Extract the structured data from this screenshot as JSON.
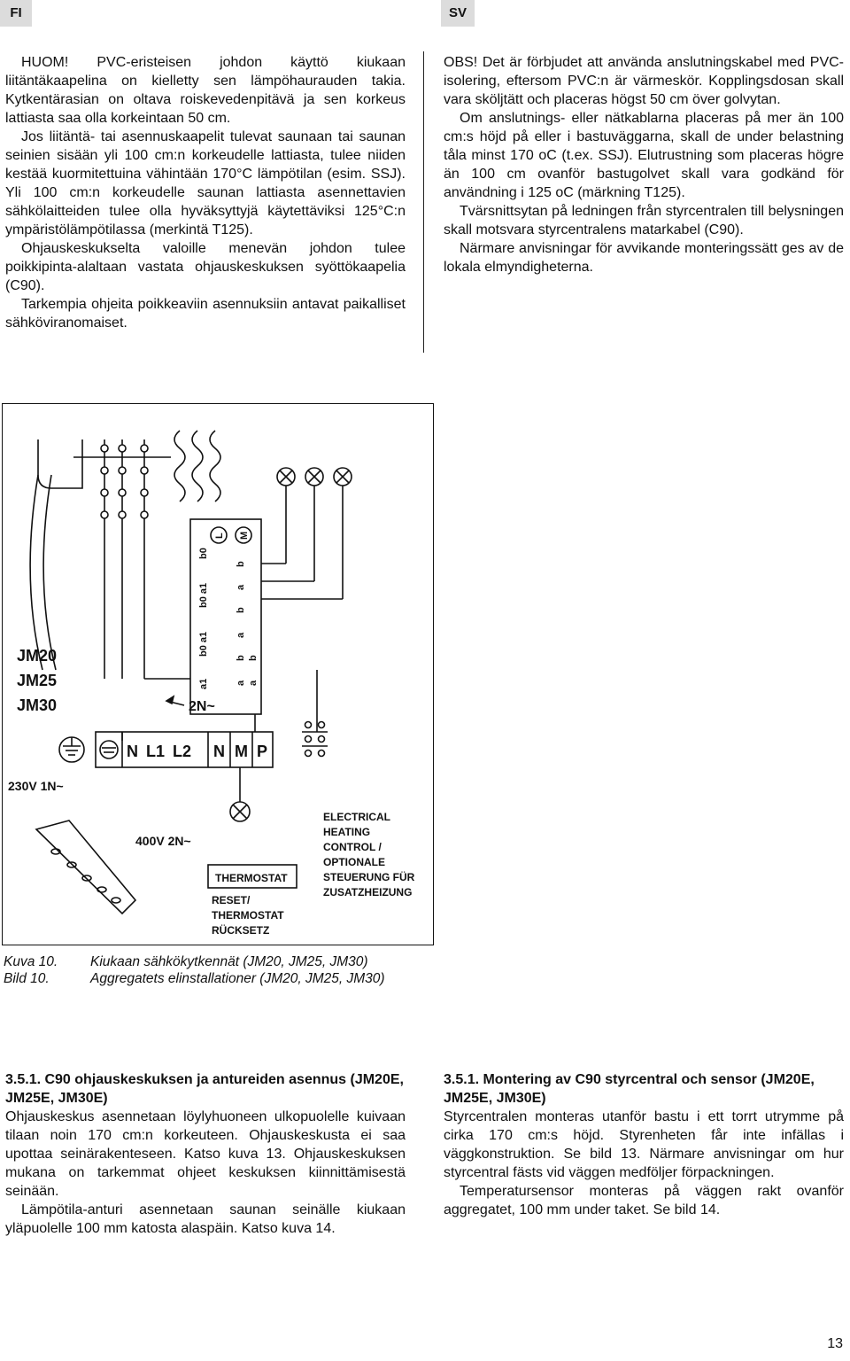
{
  "tabs": {
    "fi": "FI",
    "sv": "SV"
  },
  "fi_top": [
    "HUOM! PVC-eristeisen johdon käyttö kiukaan liitäntäkaapelina on kielletty sen lämpöhaurauden takia. Kytkentärasian on oltava roiskevedenpitävä ja sen korkeus lattiasta saa olla korkeintaan 50 cm.",
    "Jos liitäntä- tai asennuskaapelit tulevat saunaan tai saunan seinien sisään yli 100 cm:n korkeudelle lattiasta, tulee niiden kestää kuormitettuina vähintään 170°C lämpötilan (esim. SSJ). Yli 100 cm:n korkeudelle saunan lattiasta asennettavien sähkölaitteiden tulee olla hyväksyttyjä käytettäviksi 125°C:n ympäristölämpötilassa (merkintä T125).",
    "Ohjauskeskukselta valoille menevän johdon tulee poikkipinta-alaltaan vastata ohjauskeskuksen syöttökaapelia (C90).",
    "Tarkempia ohjeita poikkeaviin asennuksiin antavat paikalliset sähköviranomaiset."
  ],
  "sv_top": [
    "OBS! Det är förbjudet att använda anslutningskabel med PVC-isolering, eftersom PVC:n är värmeskör. Kopplingsdosan skall vara sköljtätt och placeras högst 50 cm över golvytan.",
    "Om anslutnings- eller nätkablarna placeras på mer än 100 cm:s höjd på eller i bastuväggarna, skall de under belastning tåla minst 170 oC (t.ex. SSJ). Elutrustning som placeras högre än 100 cm ovanför bastugolvet skall vara godkänd för användning i 125 oC (märkning T125).",
    "Tvärsnittsytan på ledningen från styrcentralen till belysningen skall motsvara styrcentralens matarkabel (C90).",
    "Närmare anvisningar för avvikande monteringssätt ges av de lokala elmyndigheterna."
  ],
  "diagram": {
    "models": [
      "JM20",
      "JM25",
      "JM30"
    ],
    "supply_230": "230V 1N~",
    "supply_400": "400V 2N~",
    "supply_2n": "2N~",
    "terminals_left": [
      "N",
      "L1",
      "L2"
    ],
    "terminals_right": [
      "N",
      "M",
      "P"
    ],
    "thermostat": "THERMOSTAT",
    "reset_1": "RESET/",
    "reset_2": "THERMOSTAT",
    "reset_3": "RÜCKSETZ",
    "control_lines": [
      "ELECTRICAL",
      "HEATING",
      "CONTROL /",
      "OPTIONALE",
      "STEUERUNG FÜR",
      "ZUSATZHEIZUNG"
    ],
    "contact_labels_a": [
      "a1",
      "b0 a1",
      "b0 a1",
      "b0"
    ],
    "contact_labels_b": [
      "a",
      "b",
      "a",
      "b",
      "a",
      "b",
      "a",
      "b"
    ],
    "indicator_labels": [
      "L",
      "M"
    ]
  },
  "caption": {
    "fi_label": "Kuva 10.",
    "fi_text": "Kiukaan sähkökytkennät (JM20, JM25, JM30)",
    "sv_label": "Bild 10.",
    "sv_text": "Aggregatets elinstallationer (JM20, JM25, JM30)"
  },
  "fi_bottom": {
    "heading": "3.5.1. C90 ohjauskeskuksen ja antureiden asennus (JM20E, JM25E, JM30E)",
    "p1": "Ohjauskeskus asennetaan löylyhuoneen ulkopuolelle kuivaan tilaan noin 170 cm:n korkeuteen. Ohjauskeskusta ei saa upottaa seinärakenteseen. Katso kuva 13. Ohjauskeskuksen mukana on tarkemmat ohjeet keskuksen kiinnittämisestä seinään.",
    "p2": "Lämpötila-anturi asennetaan saunan seinälle kiukaan yläpuolelle 100 mm katosta alaspäin. Katso kuva 14."
  },
  "sv_bottom": {
    "heading": "3.5.1. Montering av C90 styrcentral och sensor (JM20E, JM25E, JM30E)",
    "p1": "Styrcentralen monteras utanför bastu i ett torrt utrymme på cirka 170 cm:s höjd. Styrenheten får inte infällas i väggkonstruktion. Se bild 13. Närmare anvisningar om hur styrcentral fästs vid väggen medföljer förpackningen.",
    "p2": "Temperatursensor monteras på väggen rakt ovanför aggregatet, 100 mm under taket. Se bild 14."
  },
  "page_number": "13"
}
